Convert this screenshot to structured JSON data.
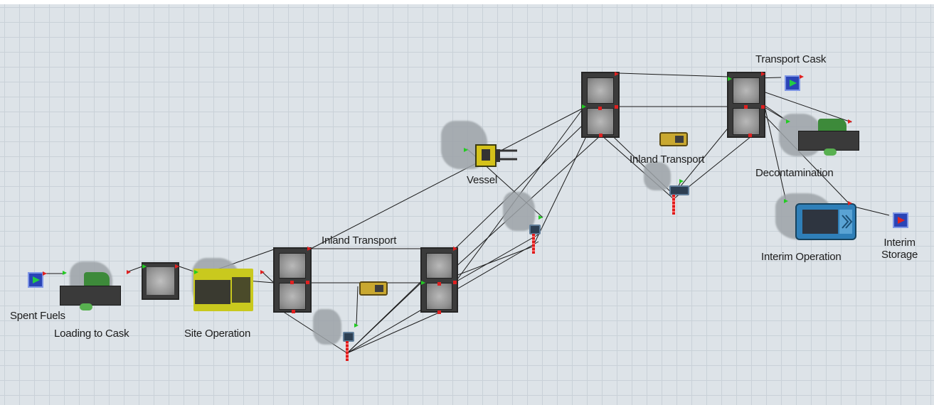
{
  "labels": {
    "spent_fuels": "Spent Fuels",
    "loading_to_cask": "Loading to Cask",
    "site_operation": "Site Operation",
    "inland_transport_1": "Inland Transport",
    "vessel": "Vessel",
    "inland_transport_2": "Inland Transport",
    "transport_cask": "Transport Cask",
    "decontamination": "Decontamination",
    "interim_operation": "Interim Operation",
    "interim_storage": "Interim\nStorage"
  },
  "colors": {
    "grid_background": "#dde3e8",
    "grid_line": "#c9d1d8",
    "connector": "#1a1a1a",
    "port_in": "#22cc22",
    "port_out": "#e02020"
  },
  "icons": {
    "source": "source-box-icon",
    "sink": "sink-box-icon",
    "processor": "processor-icon",
    "rack": "rack-icon",
    "transporter": "truck-icon",
    "forklift": "forklift-icon",
    "dispatcher": "dispatcher-icon"
  }
}
